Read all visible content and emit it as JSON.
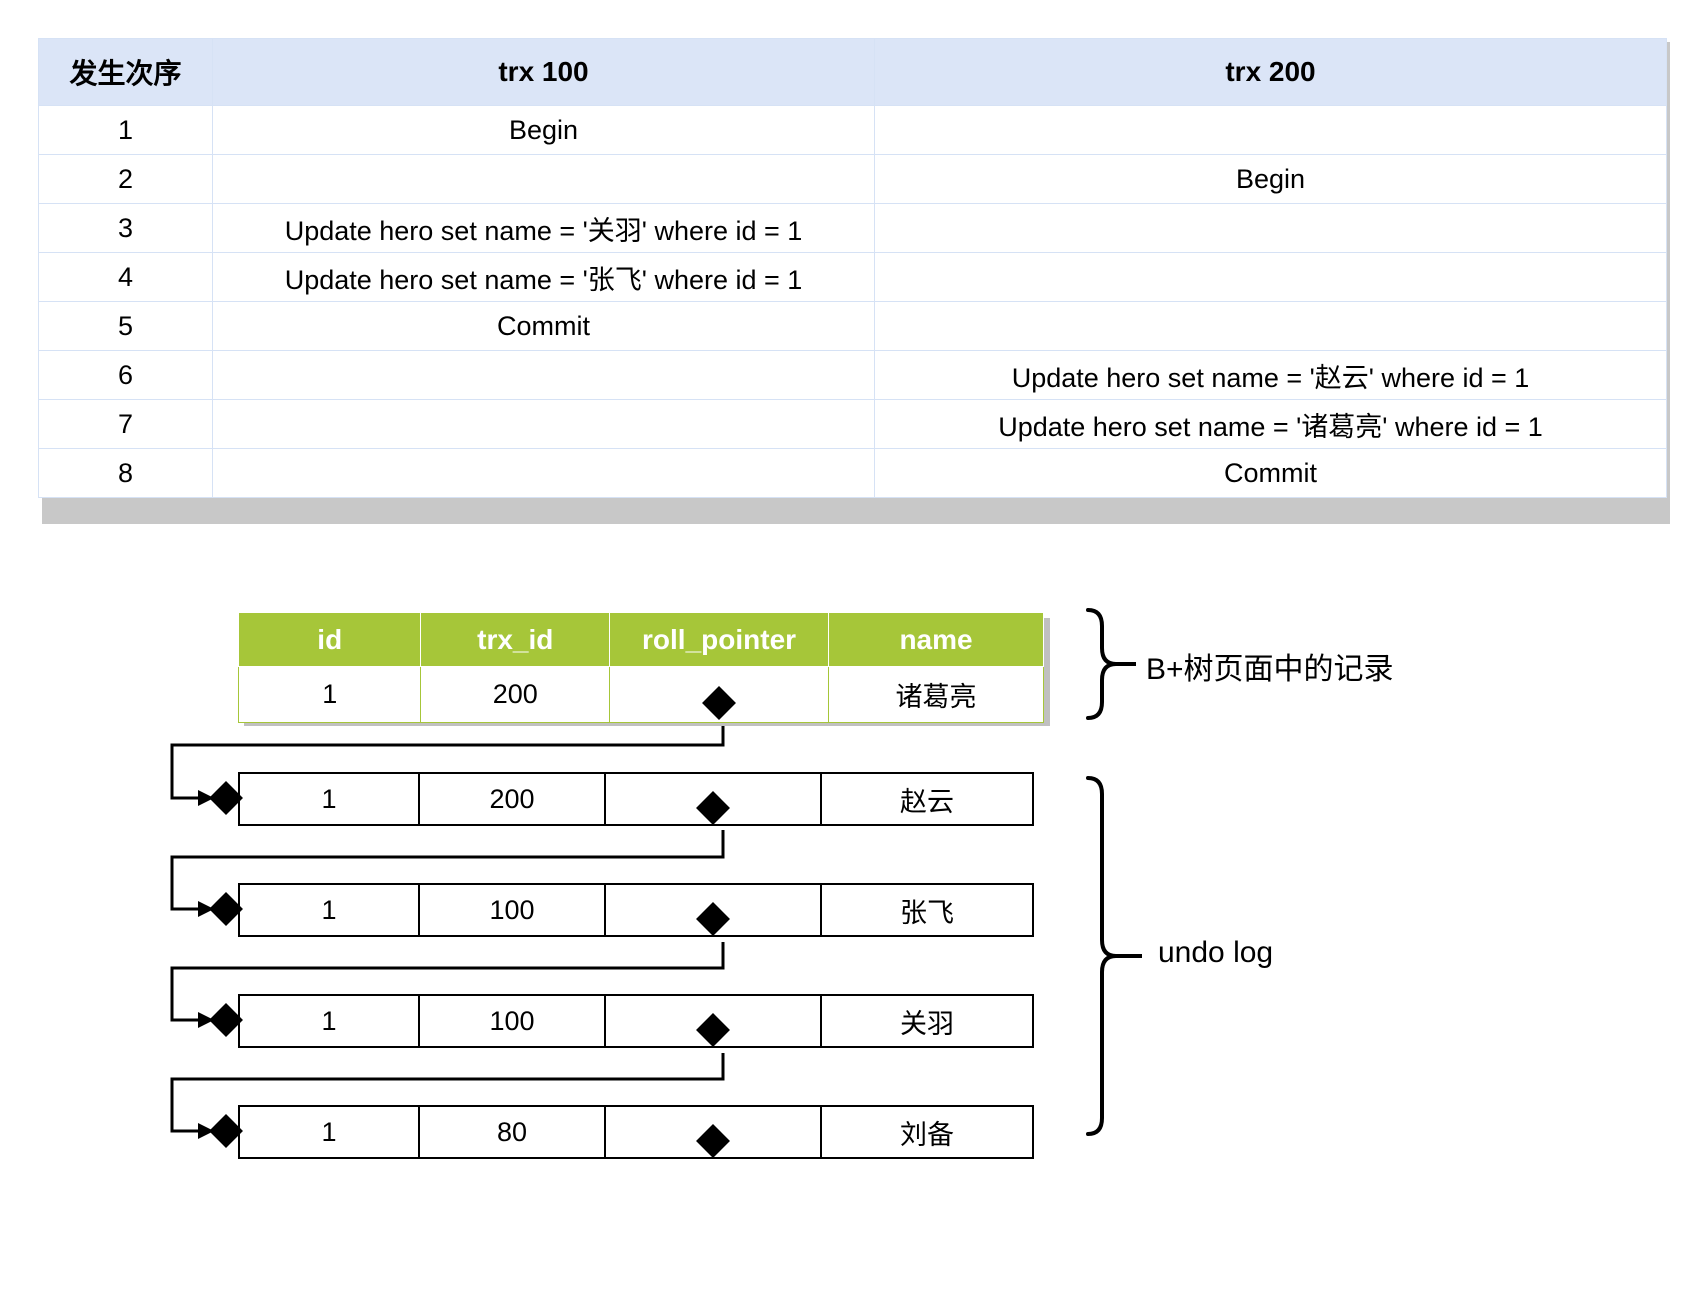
{
  "trx_table": {
    "headers": [
      "发生次序",
      "trx 100",
      "trx 200"
    ],
    "rows": [
      {
        "seq": "1",
        "trx100": "Begin",
        "trx200": ""
      },
      {
        "seq": "2",
        "trx100": "",
        "trx200": "Begin"
      },
      {
        "seq": "3",
        "trx100": "Update hero set name = '关羽' where id = 1",
        "trx200": ""
      },
      {
        "seq": "4",
        "trx100": "Update hero set name = '张飞' where id = 1",
        "trx200": ""
      },
      {
        "seq": "5",
        "trx100": "Commit",
        "trx200": ""
      },
      {
        "seq": "6",
        "trx100": "",
        "trx200": "Update hero set name = '赵云' where id = 1"
      },
      {
        "seq": "7",
        "trx100": "",
        "trx200": "Update hero set name = '诸葛亮' where id = 1"
      },
      {
        "seq": "8",
        "trx100": "",
        "trx200": "Commit"
      }
    ]
  },
  "version_chain": {
    "columns": [
      "id",
      "trx_id",
      "roll_pointer",
      "name"
    ],
    "current_record": {
      "id": "1",
      "trx_id": "200",
      "roll_pointer": "pointer-diamond",
      "name": "诸葛亮"
    },
    "undo_records": [
      {
        "id": "1",
        "trx_id": "200",
        "roll_pointer": "pointer-diamond",
        "name": "赵云"
      },
      {
        "id": "1",
        "trx_id": "100",
        "roll_pointer": "pointer-diamond",
        "name": "张飞"
      },
      {
        "id": "1",
        "trx_id": "100",
        "roll_pointer": "pointer-diamond",
        "name": "关羽"
      },
      {
        "id": "1",
        "trx_id": "80",
        "roll_pointer": "pointer-diamond",
        "name": "刘备"
      }
    ],
    "labels": {
      "record_label": "B+树页面中的记录",
      "undo_label": "undo log"
    }
  },
  "colors": {
    "header_blue": "#dbe5f7",
    "grid_blue": "#d6e2f5",
    "green": "#a6c639",
    "green_border": "#8fb029",
    "shadow_gray": "#c0c0c0",
    "black": "#000000"
  }
}
